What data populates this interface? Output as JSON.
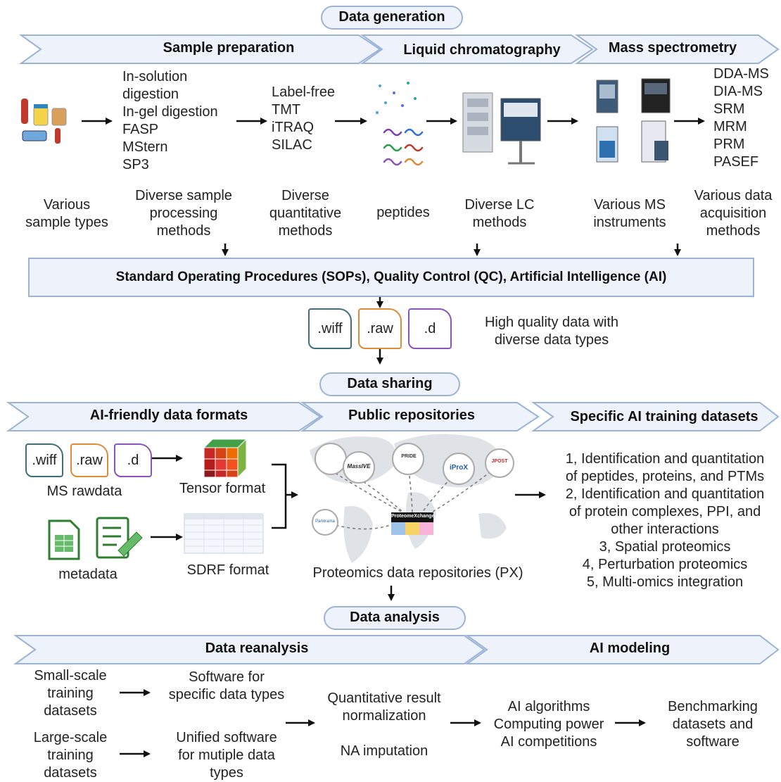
{
  "sections": {
    "data_generation": "Data generation",
    "data_sharing": "Data sharing",
    "data_analysis": "Data analysis"
  },
  "generation": {
    "chevrons": [
      "Sample preparation",
      "Liquid chromatography",
      "Mass spectrometry"
    ],
    "digestion_methods": [
      "In-solution",
      "digestion",
      "In-gel digestion",
      "FASP",
      "MStern",
      "SP3"
    ],
    "quant_methods": [
      "Label-free",
      "TMT",
      "iTRAQ",
      "SILAC"
    ],
    "acquisition_methods": [
      "DDA-MS",
      "DIA-MS",
      "SRM",
      "MRM",
      "PRM",
      "PASEF"
    ],
    "captions": {
      "sample_types": [
        "Various",
        "sample types"
      ],
      "processing": [
        "Diverse sample",
        "processing",
        "methods"
      ],
      "quantitative": [
        "Diverse",
        "quantitative",
        "methods"
      ],
      "peptides": "peptides",
      "lc": [
        "Diverse LC",
        "methods"
      ],
      "ms": [
        "Various MS",
        "instruments"
      ],
      "acquisition": [
        "Various data",
        "acquisition",
        "methods"
      ]
    },
    "sop_bar": "Standard Operating Procedures (SOPs), Quality Control (QC), Artificial Intelligence (AI)",
    "files": [
      ".wiff",
      ".raw",
      ".d"
    ],
    "quality_note": [
      "High quality data with",
      "diverse data types"
    ]
  },
  "sharing": {
    "chevrons": [
      "AI-friendly data formats",
      "Public repositories",
      "Specific AI training datasets"
    ],
    "files": [
      ".wiff",
      ".raw",
      ".d"
    ],
    "ms_rawdata": "MS rawdata",
    "tensor_format": "Tensor format",
    "metadata": "metadata",
    "sdrf_format": "SDRF format",
    "repositories_caption": "Proteomics data repositories (PX)",
    "repo_logos": [
      "PRIDE",
      "MassIVE",
      "iProX",
      "JPOST",
      "Panorama",
      "ProteomeXchange"
    ],
    "datasets": [
      "1, Identification and quantitation",
      "of peptides, proteins, and PTMs",
      "2, Identification and quantitation",
      "of protein complexes, PPI, and",
      "other interactions",
      "3, Spatial proteomics",
      "4, Perturbation proteomics",
      "5, Multi-omics integration"
    ]
  },
  "analysis": {
    "chevrons": [
      "Data reanalysis",
      "AI modeling"
    ],
    "small_scale": [
      "Small-scale",
      "training",
      "datasets"
    ],
    "large_scale": [
      "Large-scale",
      "training",
      "datasets"
    ],
    "specific_software": [
      "Software for",
      "specific data types"
    ],
    "unified_software": [
      "Unified software",
      "for mutiple data",
      "types"
    ],
    "normalization": [
      "Quantitative result",
      "normalization"
    ],
    "na_imputation": "NA imputation",
    "ai_items": [
      "AI algorithms",
      "Computing power",
      "AI competitions"
    ],
    "benchmarking": [
      "Benchmarking",
      "datasets and",
      "software"
    ]
  },
  "colors": {
    "box_fill": "#eef3fb",
    "box_border": "#9db3d6",
    "wiff": "#3f6d7a",
    "raw": "#e08a3a",
    "d": "#8a55b8"
  }
}
